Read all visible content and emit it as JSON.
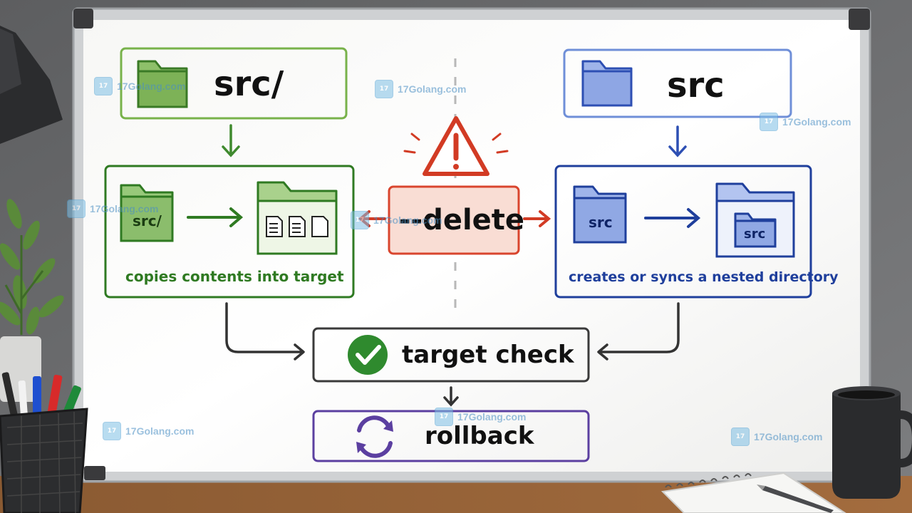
{
  "diagram": {
    "left_source": {
      "label": "src/",
      "color": "#3f8a2e"
    },
    "left_result": {
      "src_label": "src/",
      "caption": "copies contents into target",
      "color": "#2f7a22"
    },
    "right_source": {
      "label": "src",
      "color": "#3d5ec4"
    },
    "right_result": {
      "src_label": "src",
      "nested_label": "src",
      "caption": "creates or syncs a nested directory",
      "color": "#1f3f9c"
    },
    "delete_flag": {
      "label": "--delete",
      "color": "#d9452e"
    },
    "check": {
      "label": "target check",
      "color": "#2f8a2e"
    },
    "rollback": {
      "label": "rollback",
      "color": "#5b3fa0"
    }
  },
  "watermarks": [
    {
      "text": "17Golang.com"
    },
    {
      "text": "17Golang.com"
    },
    {
      "text": "17Golang.com"
    },
    {
      "text": "17Golang.com"
    },
    {
      "text": "17Golang.com"
    },
    {
      "text": "17Golang.com"
    },
    {
      "text": "17Golang.com"
    },
    {
      "text": "17Golang.com"
    }
  ]
}
